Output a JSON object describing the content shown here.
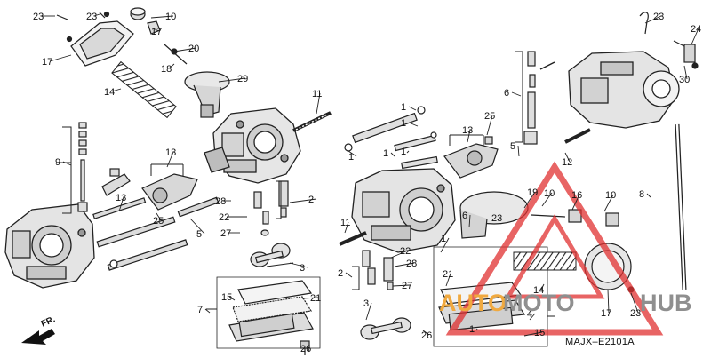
{
  "diagram": {
    "code": "MAJX–E2101A",
    "direction_label": "FR.",
    "watermark": {
      "part_a": "AUTO",
      "part_b": "MOTO",
      "part_c": "HUB",
      "colors": {
        "red": "#e03030",
        "orange": "#f0a93f",
        "gray": "#8f8f8f"
      },
      "icon": "triangle-logo-icon"
    },
    "callouts": [
      "1",
      "2",
      "3",
      "4",
      "5",
      "6",
      "7",
      "8",
      "9",
      "10",
      "11",
      "12",
      "13",
      "14",
      "15",
      "16",
      "17",
      "18",
      "19",
      "20",
      "21",
      "22",
      "23",
      "24",
      "25",
      "26",
      "27",
      "28",
      "29",
      "30"
    ]
  }
}
